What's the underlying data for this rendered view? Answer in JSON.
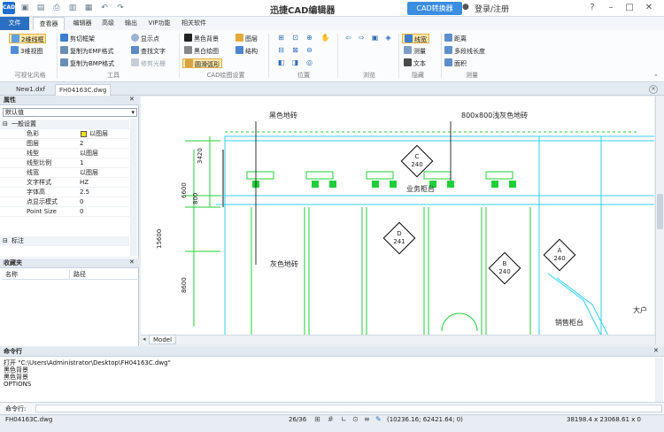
{
  "titlebar": {
    "logo": "CAD",
    "title": "迅捷CAD编辑器",
    "convert": "CAD转换器",
    "login": "登录/注册"
  },
  "menu_tabs": [
    "文件",
    "查看器",
    "编辑器",
    "高级",
    "输出",
    "VIP功能",
    "相关软件"
  ],
  "ribbon": {
    "visual_style": {
      "wire2d": "2维线框",
      "view3d": "3维视图",
      "label": "可视化风格"
    },
    "tools": {
      "clip": "剪切框架",
      "emf": "复制为EMF格式",
      "bmp": "复制为BMP格式",
      "show_points": "显示点",
      "find_text": "查找文字",
      "trim_raster": "修剪光栅",
      "label": "工具"
    },
    "cad_settings": {
      "black_bg": "黑色背景",
      "bw_draw": "黑白绘图",
      "smooth_arc": "圆滑弧形",
      "layers": "图层",
      "structure": "结构",
      "label": "CAD绘图设置"
    },
    "position": {
      "label": "位置"
    },
    "browse": {
      "label": "浏览"
    },
    "hide": {
      "lineweight": "线宽",
      "measure": "测量",
      "text": "文本",
      "label": "隐藏"
    },
    "measure": {
      "distance": "距离",
      "polyline_length": "多段线长度",
      "area": "面积",
      "label": "测量"
    }
  },
  "doc_tabs": [
    "New1.dxf",
    "FH04163C.dwg"
  ],
  "properties": {
    "title": "属性",
    "selector": "默认值",
    "section_general": "一般设置",
    "rows": [
      {
        "k": "色彩",
        "v": "以图层"
      },
      {
        "k": "图层",
        "v": "2"
      },
      {
        "k": "线型",
        "v": "以图层"
      },
      {
        "k": "线型比例",
        "v": "1"
      },
      {
        "k": "线宽",
        "v": "以图层"
      },
      {
        "k": "文字样式",
        "v": "HZ"
      },
      {
        "k": "字体高",
        "v": "2.5"
      },
      {
        "k": "点显示模式",
        "v": "0"
      },
      {
        "k": "Point Size",
        "v": "0"
      }
    ],
    "section_label": "标注"
  },
  "favorites": {
    "title": "收藏夹",
    "col_name": "名称",
    "col_path": "路径"
  },
  "drawing": {
    "labels": {
      "black_tile": "黑色地砖",
      "grey_tile_800": "800x800浅灰色地砖",
      "grey_tile": "灰色地砖",
      "service": "业务柜台",
      "sales": "销售柜台",
      "big_hall": "大户"
    },
    "dims": [
      "3420",
      "800",
      "6600",
      "15600",
      "8600"
    ],
    "tags": [
      {
        "letter": "C",
        "num": "240"
      },
      {
        "letter": "D",
        "num": "241"
      },
      {
        "letter": "A",
        "num": "240"
      },
      {
        "letter": "B",
        "num": "240"
      }
    ],
    "model_tab": "Model"
  },
  "command": {
    "title": "命令行",
    "lines": [
      "打开 \"C:\\Users\\Administrator\\Desktop\\FH04163C.dwg\"",
      "黑色背景",
      "黑色背景",
      "OPTIONS"
    ],
    "prompt": "命令行:"
  },
  "status": {
    "file": "FH04163C.dwg",
    "pages": "26/36",
    "coords": "(10236.16; 62421.64; 0)",
    "size": "38198.4 x 23068.61 x 0"
  },
  "colors": {
    "file_tab": "#2b6fc2",
    "convert": "#3b8de0",
    "canvas": "#ffffff",
    "cyan_lines": "#2fd0ee",
    "green_lines": "#1fcf3a"
  }
}
